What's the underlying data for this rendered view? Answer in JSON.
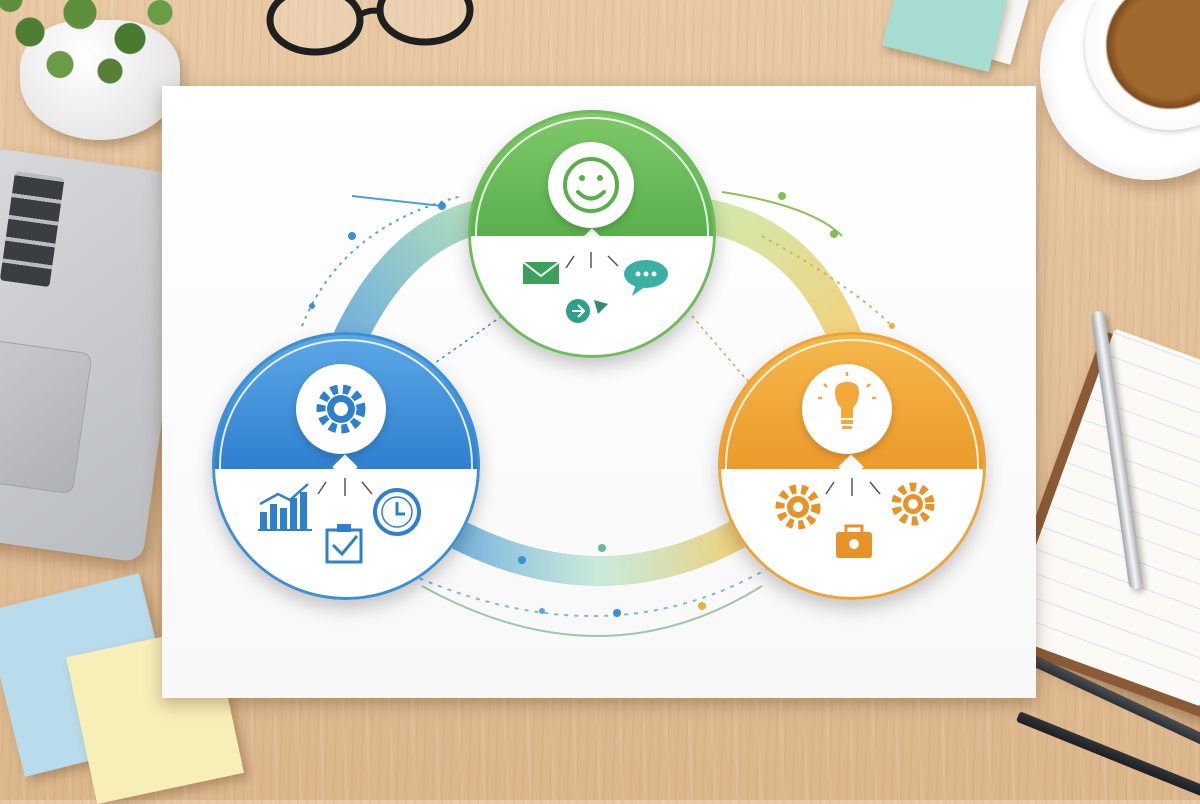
{
  "colors": {
    "green": "#6dbb5a",
    "blue": "#3b8fd6",
    "orange": "#efa23a",
    "paper": "#ffffff",
    "desk": "#e2bf97"
  },
  "diagram": {
    "nodes": [
      {
        "key": "green",
        "badge_icon": "smiley-icon",
        "icons": [
          "envelope-icon",
          "chat-bubble-icon",
          "send-icon"
        ]
      },
      {
        "key": "blue",
        "badge_icon": "gear-icon",
        "icons": [
          "bar-chart-icon",
          "clock-icon",
          "clipboard-check-icon"
        ]
      },
      {
        "key": "orange",
        "badge_icon": "lightbulb-icon",
        "icons": [
          "gear-icon",
          "gear-icon",
          "briefcase-icon"
        ]
      }
    ]
  }
}
